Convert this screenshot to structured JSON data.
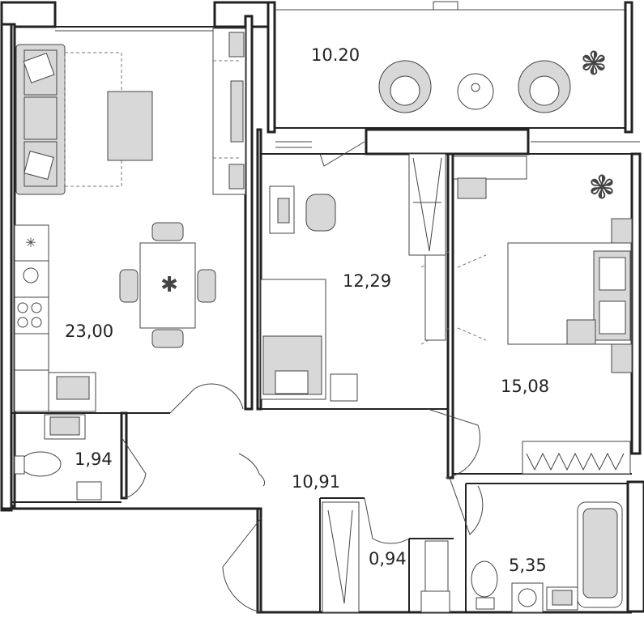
{
  "rooms": {
    "balcony": "10.20",
    "living": "23,00",
    "study": "12,29",
    "bedroom": "15,08",
    "wc": "1,94",
    "hall": "10,91",
    "closet": "0,94",
    "bath": "5,35"
  },
  "colors": {
    "wall": "#222222",
    "furniture_fill": "#d8d8d8",
    "line": "#444444"
  }
}
